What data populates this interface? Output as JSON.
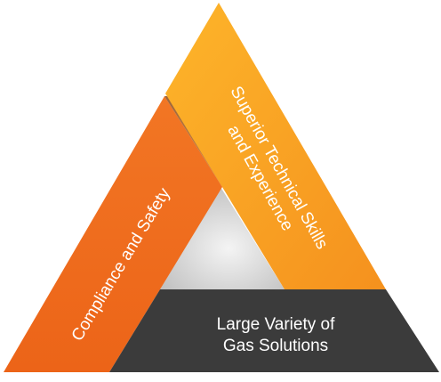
{
  "sides": {
    "left": {
      "label": "Compliance and Safety"
    },
    "right": {
      "line1": "Superior Technical Skills",
      "line2": "and Experience"
    },
    "bottom": {
      "line1": "Large Variety of",
      "line2": "Gas Solutions"
    }
  },
  "colors": {
    "orange_dark": "#f06a1c",
    "orange_light": "#fba41e",
    "charcoal": "#3b3b3b",
    "center_light": "#f4f4f4",
    "center_dark": "#bdbdbd",
    "label_text": "#ffffff"
  }
}
